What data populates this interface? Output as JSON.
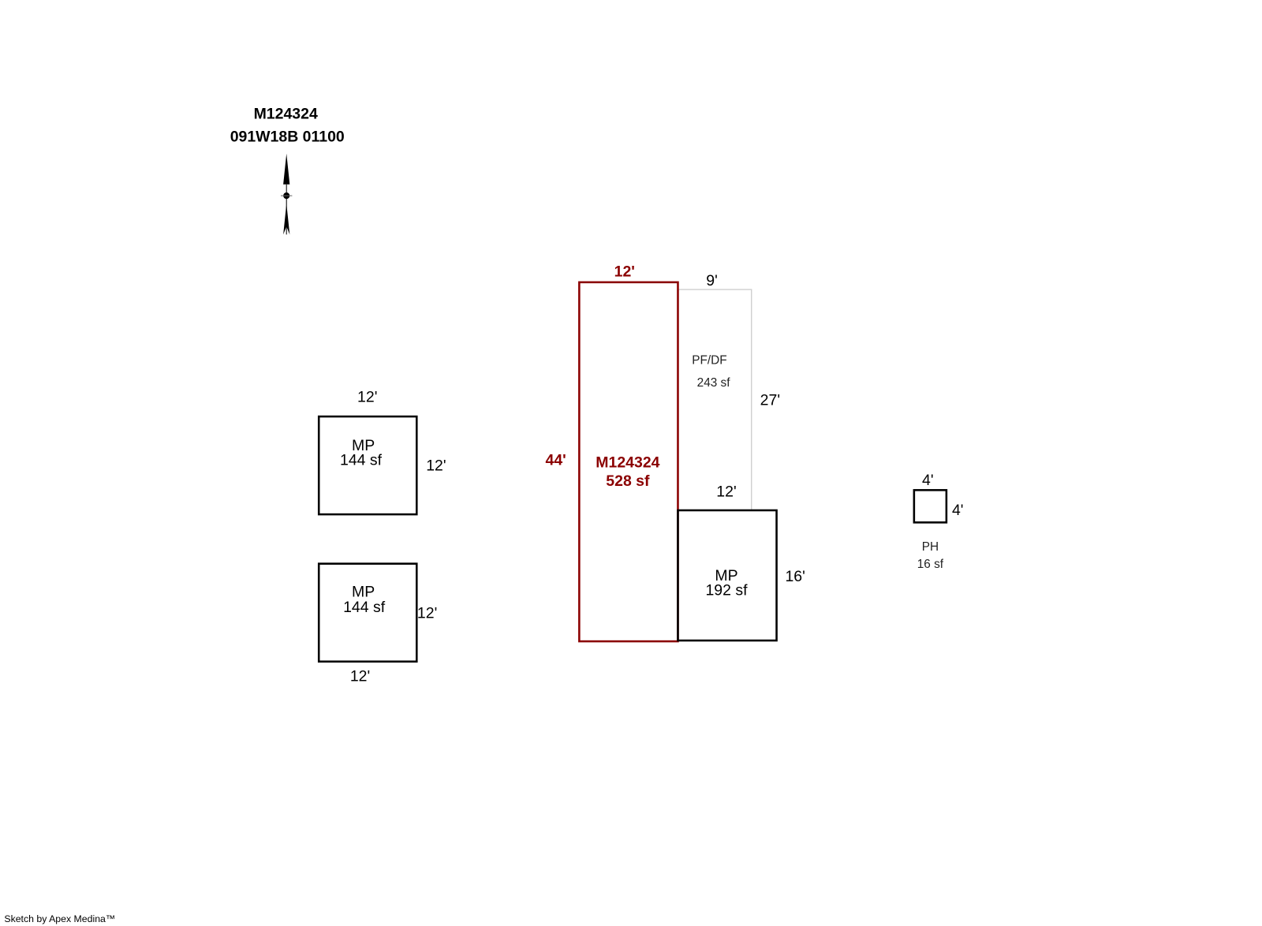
{
  "header": {
    "account": "M124324",
    "map_number": "091W18B 01100"
  },
  "colors": {
    "main_outline": "#8b0000",
    "outline": "#000000",
    "pfdf_outline": "#c8c8c8"
  },
  "main_building": {
    "label": "M124324",
    "area": "528 sf",
    "width": "12'",
    "depth": "44'"
  },
  "pfdf": {
    "label": "PF/DF",
    "area": "243 sf",
    "width": "9'",
    "depth": "27'",
    "bottom": "12'"
  },
  "mp_attached": {
    "label": "MP",
    "area": "192 sf",
    "depth": "16'"
  },
  "mp_left_top": {
    "label": "MP",
    "area": "144 sf",
    "width": "12'",
    "depth": "12'"
  },
  "mp_left_bottom": {
    "label": "MP",
    "area": "144 sf",
    "width": "12'",
    "depth": "12'"
  },
  "ph": {
    "label": "PH",
    "area": "16 sf",
    "width": "4'",
    "depth": "4'"
  },
  "footer": "Sketch by Apex Medina™"
}
